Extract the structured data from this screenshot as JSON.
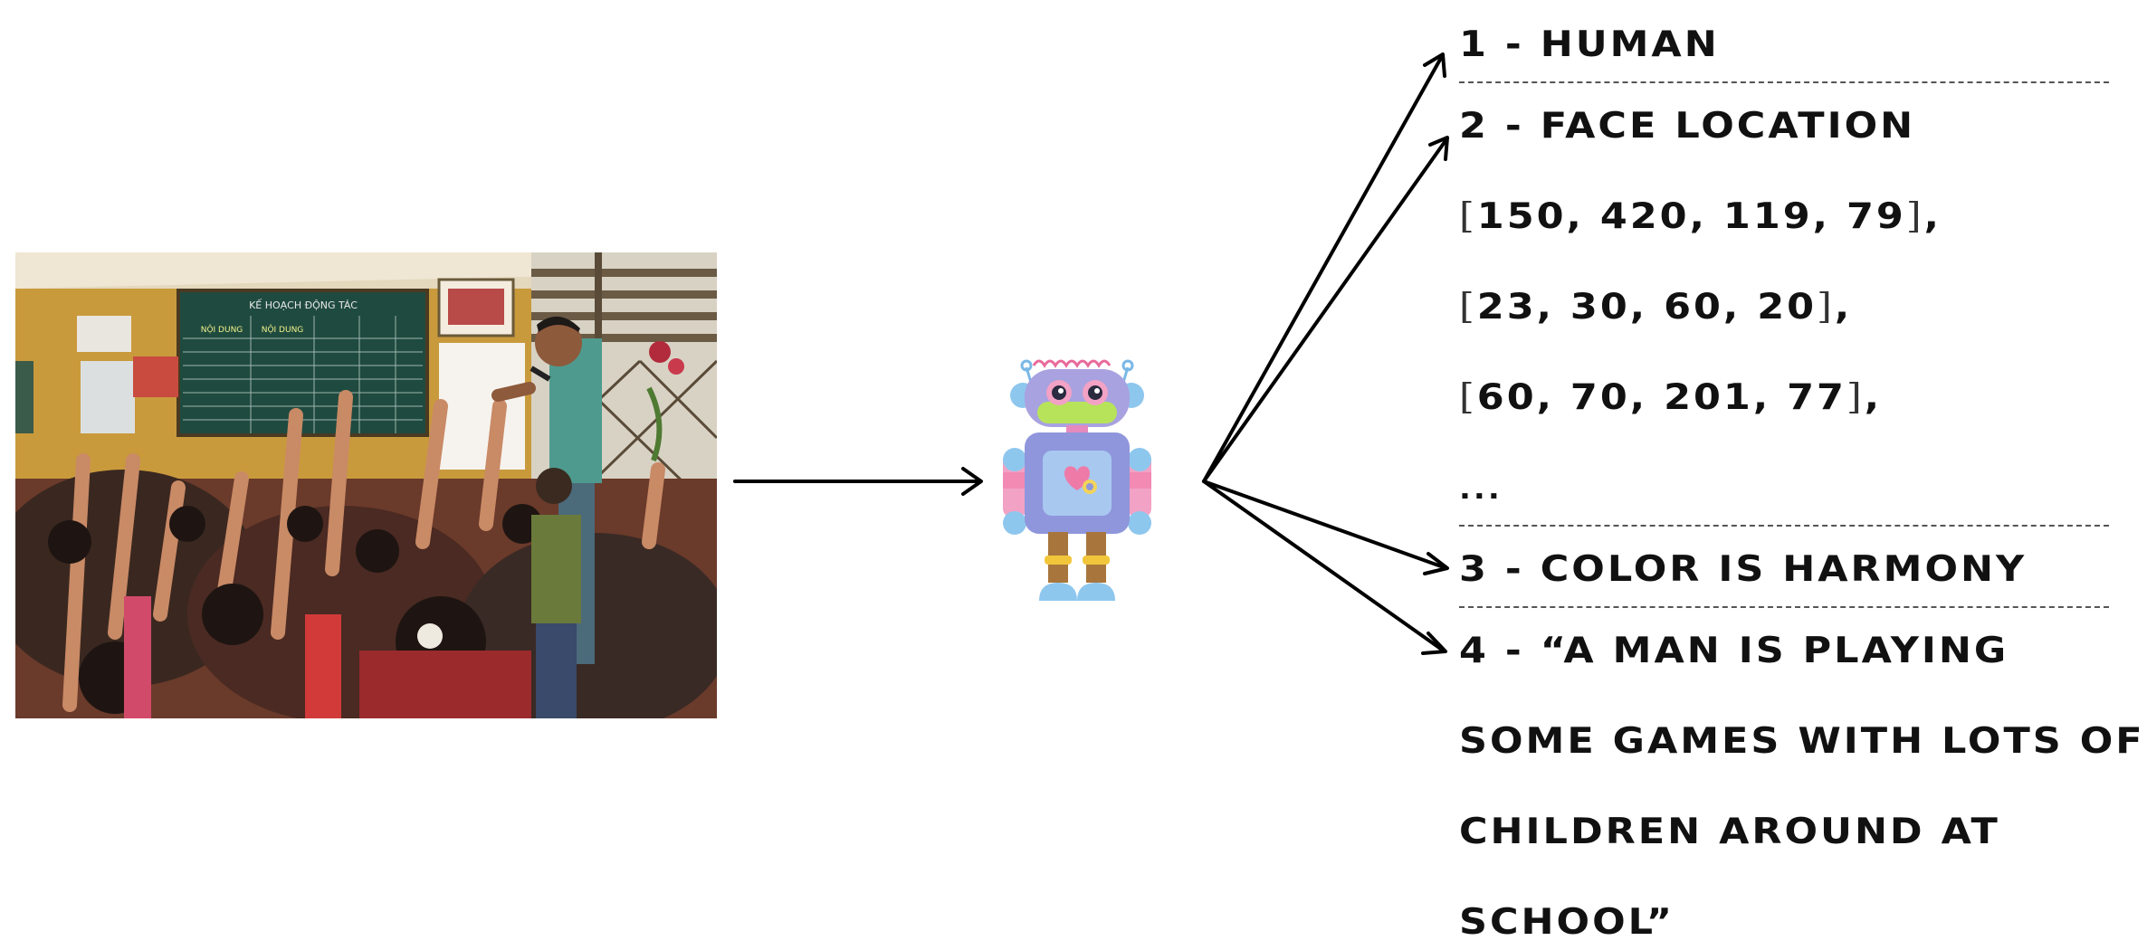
{
  "items": [
    {
      "number": "1",
      "label": "HUMAN"
    },
    {
      "number": "2",
      "label": "FACE LOCATION",
      "boxes": [
        "150, 420, 119, 79",
        "23, 30, 60, 20",
        "60, 70, 201, 77"
      ],
      "ellipsis": "..."
    },
    {
      "number": "3",
      "label": "COLOR IS HARMONY"
    },
    {
      "number": "4",
      "caption_lines": [
        "“A MAN IS PLAYING",
        "SOME GAMES WITH LOTS OF",
        "CHILDREN AROUND AT",
        "SCHOOL”"
      ]
    }
  ],
  "dash": " - ",
  "photo_board_text": [
    "KẾ HOẠCH ĐỘNG TÁC",
    "NỘI DUNG",
    "NỘI DUNG"
  ]
}
